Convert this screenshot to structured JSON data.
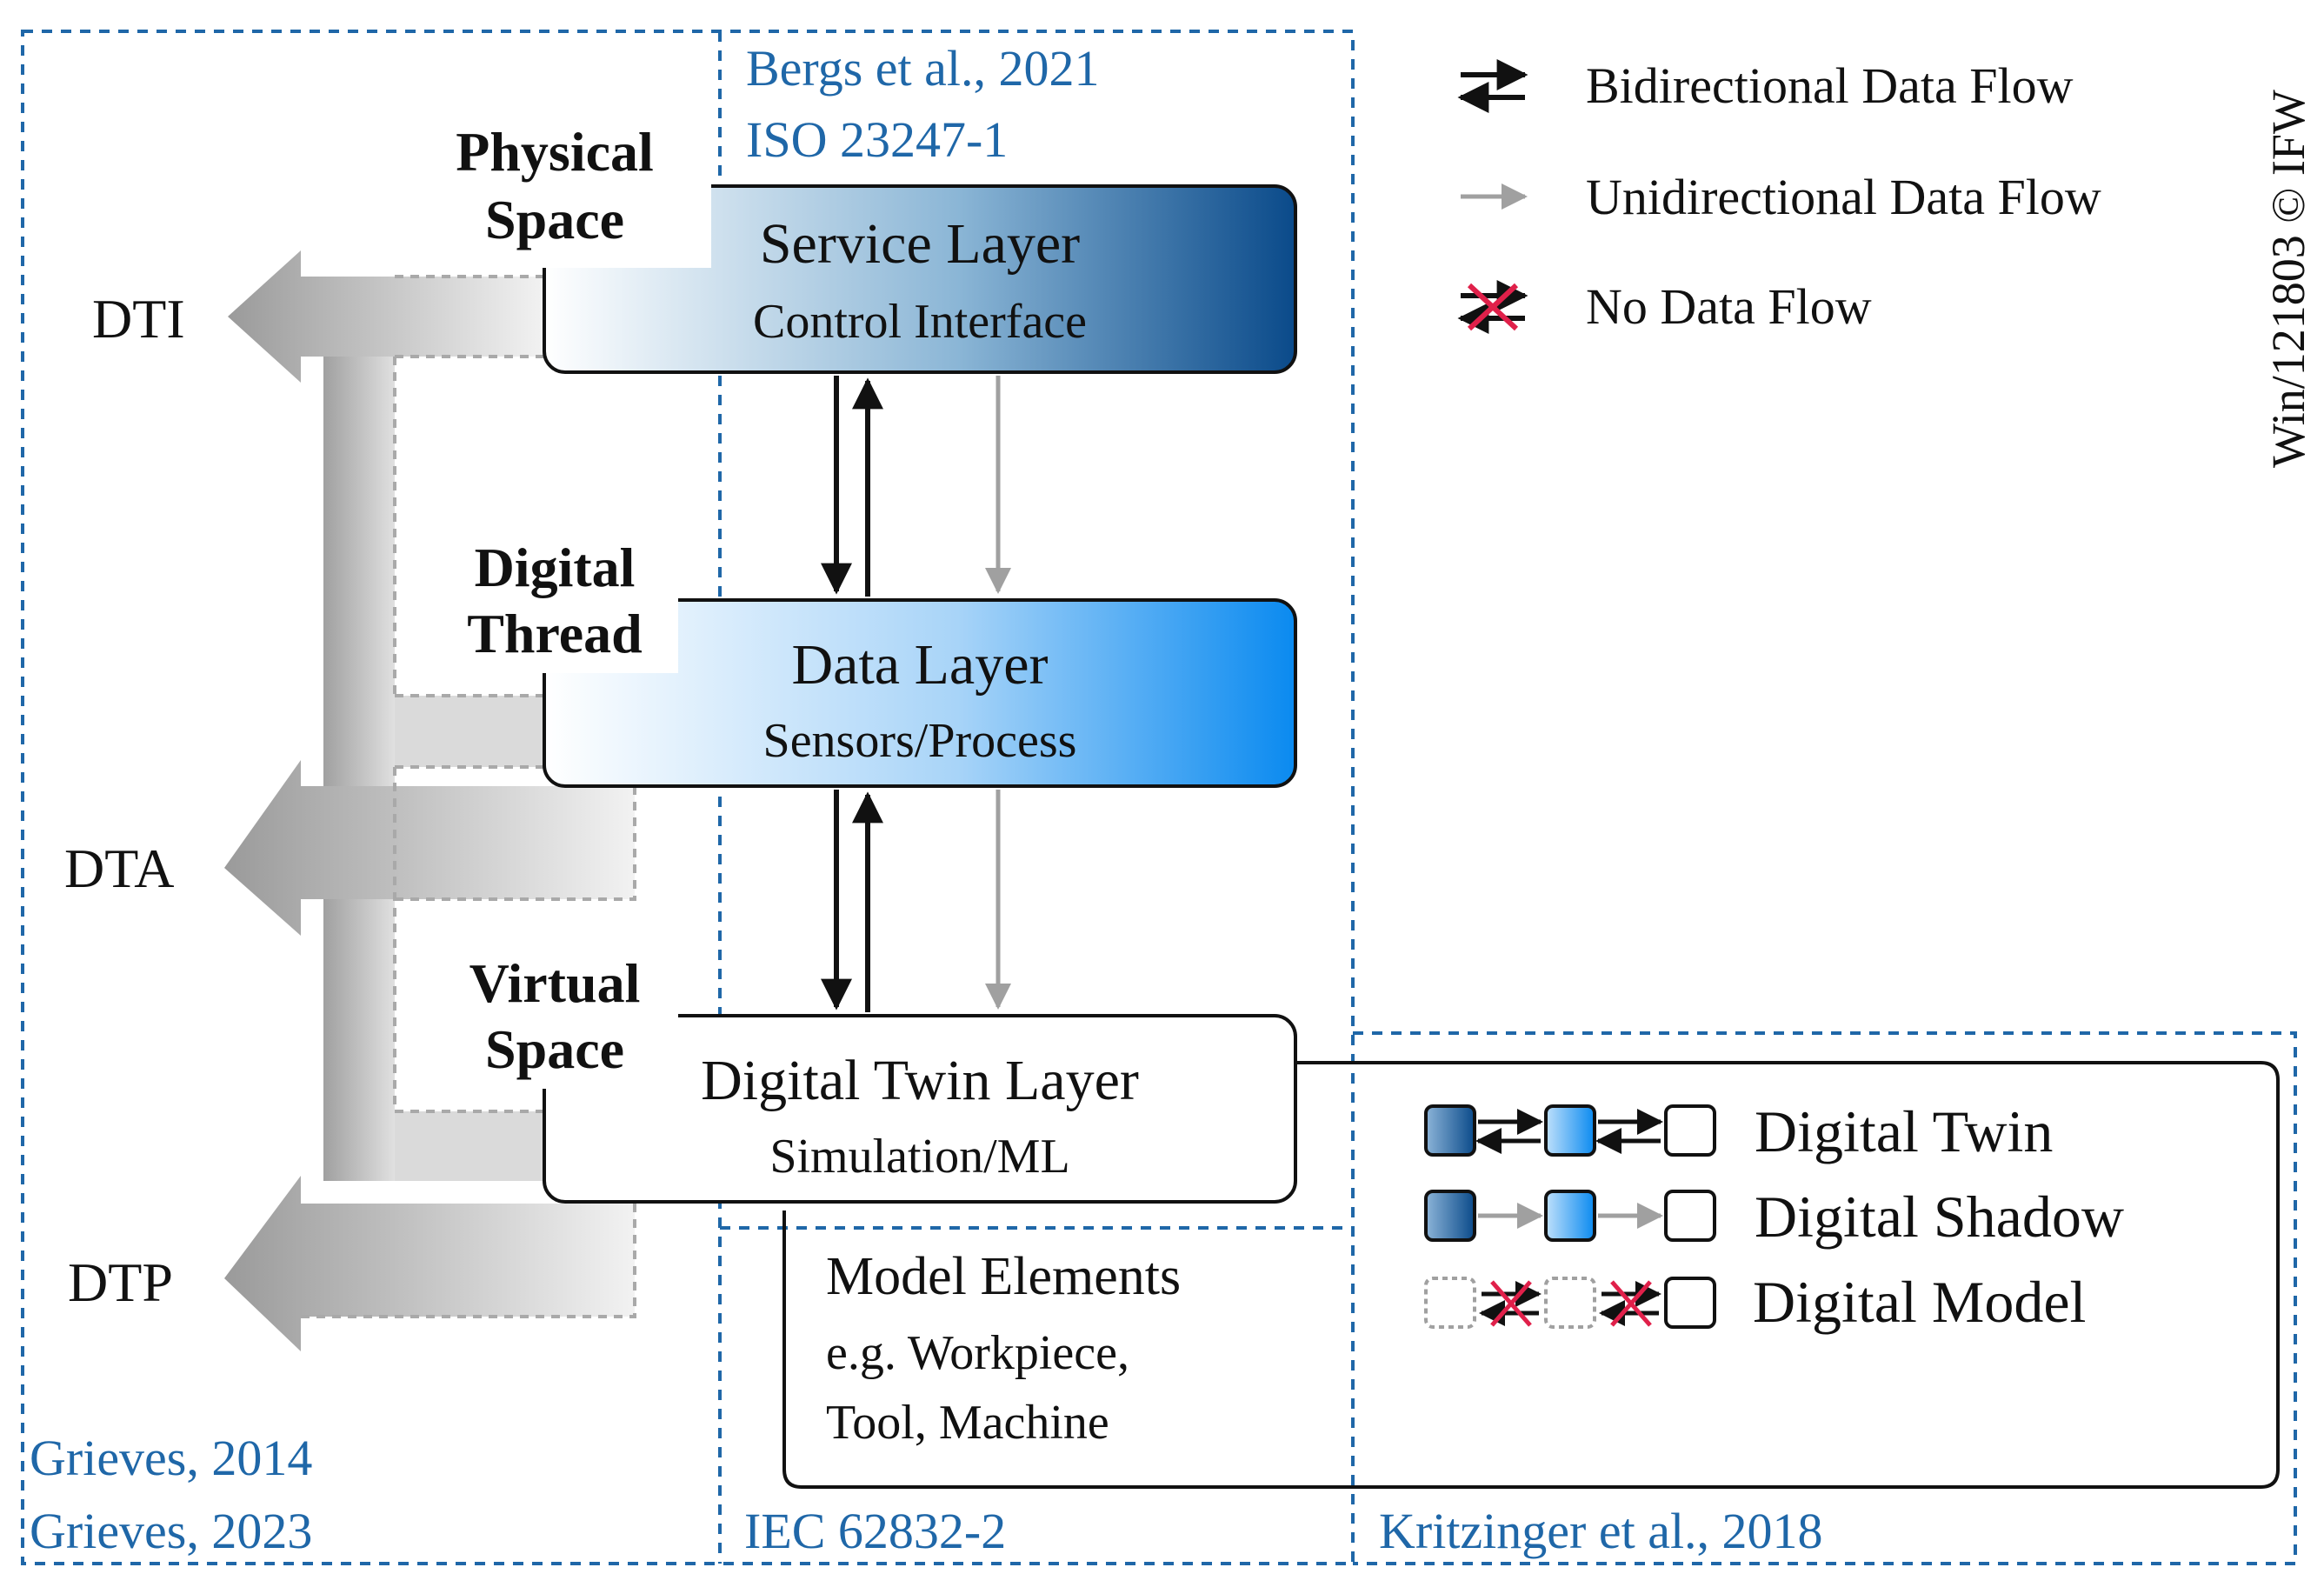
{
  "references": {
    "bergs": "Bergs et al., 2021",
    "iso": "ISO 23247-1",
    "grieves_2014": "Grieves, 2014",
    "grieves_2023": "Grieves, 2023",
    "iec": "IEC 62832-2",
    "kritzinger": "Kritzinger et al., 2018"
  },
  "spaces": {
    "physical_line1": "Physical",
    "physical_line2": "Space",
    "digital_line1": "Digital",
    "digital_line2": "Thread",
    "virtual_line1": "Virtual",
    "virtual_line2": "Space"
  },
  "layers": {
    "service": {
      "title": "Service Layer",
      "subtitle": "Control Interface"
    },
    "data": {
      "title": "Data Layer",
      "subtitle": "Sensors/Process"
    },
    "twin": {
      "title": "Digital Twin Layer",
      "subtitle": "Simulation/ML"
    }
  },
  "dt_arrows": {
    "dti": "DTI",
    "dta": "DTA",
    "dtp": "DTP"
  },
  "legend": {
    "bidirectional": "Bidirectional Data Flow",
    "unidirectional": "Unidirectional Data Flow",
    "no_flow": "No Data Flow"
  },
  "twin_types": {
    "digital_twin": "Digital Twin",
    "digital_shadow": "Digital Shadow",
    "digital_model": "Digital Model"
  },
  "model_elements": {
    "title": "Model Elements",
    "line1": "e.g. Workpiece,",
    "line2": "Tool, Machine"
  },
  "copyright": "Win/121803 © IFW",
  "colors": {
    "reference_blue": "#1f67a8",
    "service_dark": "#0a4a8a",
    "data_bright": "#0a8af0",
    "arrow_gray": "#a0a0a0",
    "no_flow_red": "#e0204a"
  }
}
